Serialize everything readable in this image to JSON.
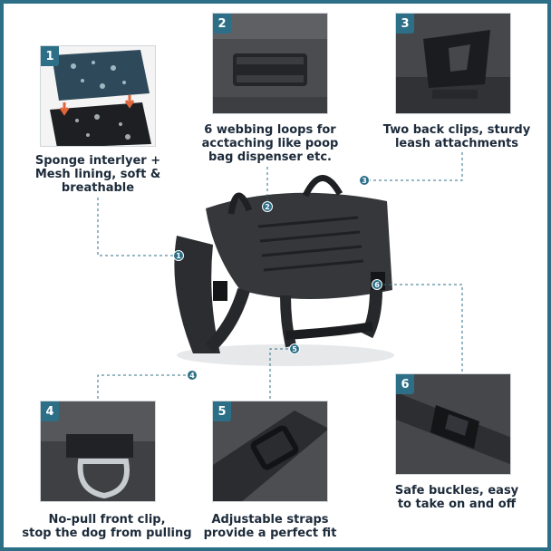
{
  "panels": [
    {
      "id": 1,
      "badge": "1",
      "caption": [
        "Sponge interlyer +",
        "Mesh lining, soft &",
        "breathable"
      ]
    },
    {
      "id": 2,
      "badge": "2",
      "caption": [
        "6 webbing loops for",
        "acctaching like poop",
        "bag dispenser etc."
      ]
    },
    {
      "id": 3,
      "badge": "3",
      "caption": [
        "Two back clips, sturdy",
        "leash attachments"
      ]
    },
    {
      "id": 4,
      "badge": "4",
      "caption": [
        "No-pull front clip,",
        "stop the dog from pulling"
      ]
    },
    {
      "id": 5,
      "badge": "5",
      "caption": [
        "Adjustable straps",
        "provide a perfect fit"
      ]
    },
    {
      "id": 6,
      "badge": "6",
      "caption": [
        "Safe buckles, easy",
        "to take on and off"
      ]
    }
  ],
  "markers": [
    "1",
    "2",
    "3",
    "4",
    "5",
    "6"
  ],
  "colors": {
    "accent": "#2c6f87",
    "text": "#1c2a3a",
    "harness": "#2b2d31"
  }
}
